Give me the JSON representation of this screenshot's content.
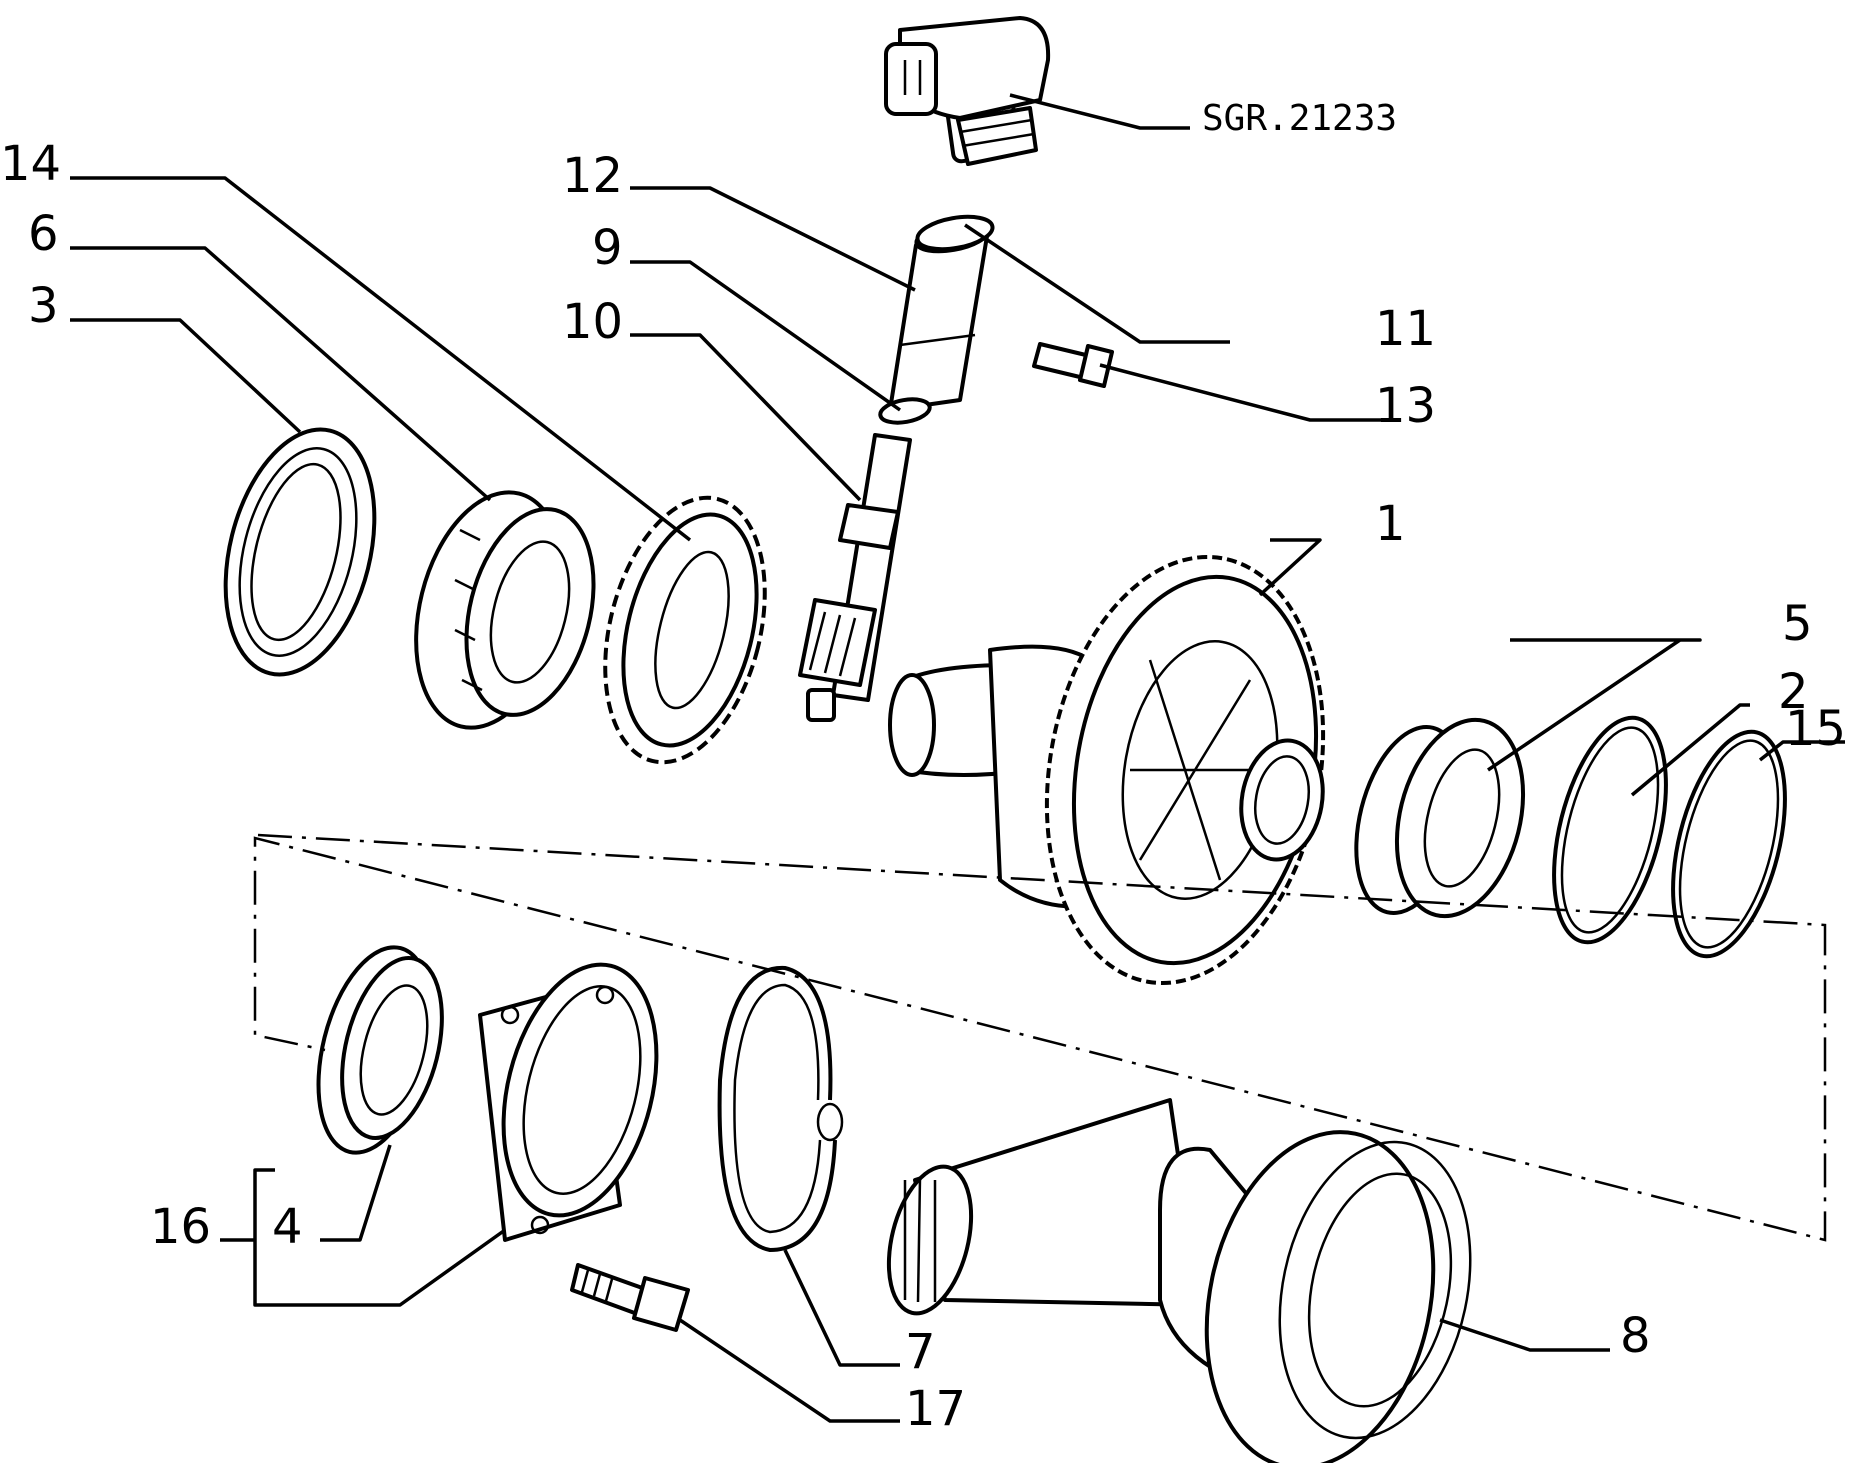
{
  "diagram": {
    "code": "SGR.21233",
    "callouts": {
      "c1": "1",
      "c2": "2",
      "c3": "3",
      "c4": "4",
      "c5": "5",
      "c6": "6",
      "c7": "7",
      "c8": "8",
      "c9": "9",
      "c10": "10",
      "c11": "11",
      "c12": "12",
      "c13": "13",
      "c14": "14",
      "c15": "15",
      "c16": "16",
      "c17": "17"
    }
  }
}
